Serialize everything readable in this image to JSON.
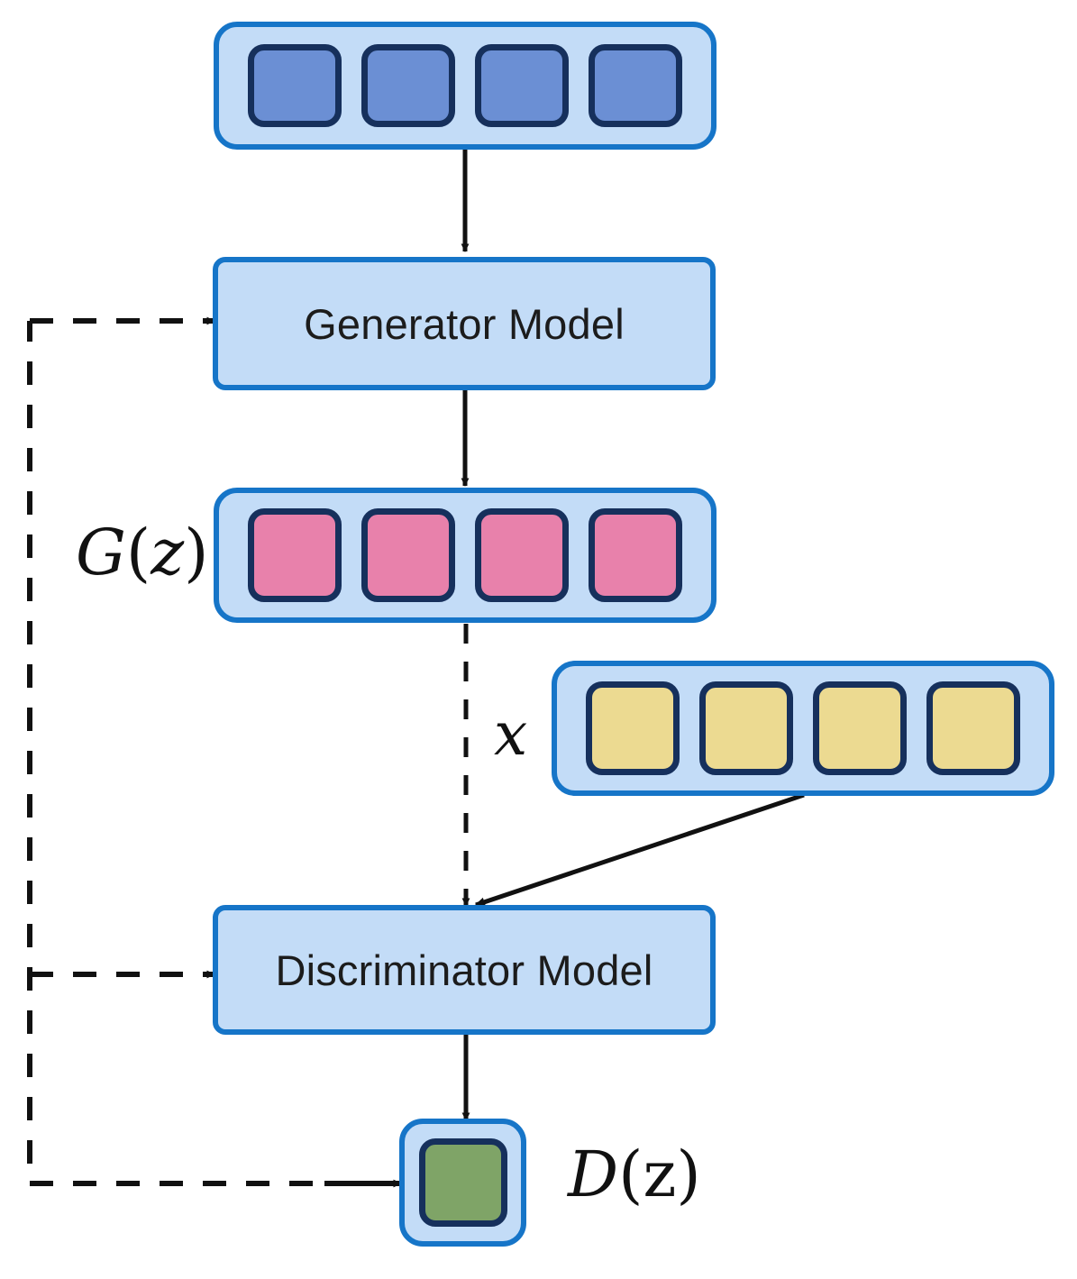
{
  "diagram": {
    "title": "Generative Adversarial Network architecture",
    "colors": {
      "panel_fill": "#c3dcf7",
      "panel_border": "#1675c8",
      "cell_border": "#16305c",
      "noise_cell": "#6b8fd4",
      "generated_cell": "#e881ab",
      "real_cell": "#ecda91",
      "score_cell": "#7fa467",
      "edge": "#111111",
      "text": "#1c1c1c"
    },
    "nodes": {
      "noise_vector": {
        "name": "noise-vector",
        "label": "",
        "cell_count": 4,
        "cell_color": "#6b8fd4"
      },
      "generator": {
        "name": "generator-model",
        "label": "Generator Model"
      },
      "generated_vector": {
        "name": "generated-vector",
        "label": "G(z)",
        "label_parts": {
          "fn": "G",
          "open": "(",
          "arg": "z",
          "close": ")"
        },
        "cell_count": 4,
        "cell_color": "#e881ab"
      },
      "real_vector": {
        "name": "real-data-vector",
        "label": "x",
        "cell_count": 4,
        "cell_color": "#ecda91"
      },
      "discriminator": {
        "name": "discriminator-model",
        "label": "Discriminator Model"
      },
      "score": {
        "name": "discriminator-output",
        "label": "D(z)",
        "label_parts": {
          "fn": "D",
          "open": "(",
          "arg": "z",
          "close": ")"
        },
        "cell_count": 1,
        "cell_color": "#7fa467"
      }
    },
    "edges": [
      {
        "name": "edge-noise-to-generator",
        "style": "solid",
        "from": "noise_vector",
        "to": "generator"
      },
      {
        "name": "edge-generator-to-generated",
        "style": "solid",
        "from": "generator",
        "to": "generated_vector"
      },
      {
        "name": "edge-generated-to-discriminator",
        "style": "dashed",
        "from": "generated_vector",
        "to": "discriminator"
      },
      {
        "name": "edge-real-to-discriminator",
        "style": "solid",
        "from": "real_vector",
        "to": "discriminator"
      },
      {
        "name": "edge-discriminator-to-score",
        "style": "solid",
        "from": "discriminator",
        "to": "score"
      },
      {
        "name": "edge-feedback-to-generator",
        "style": "dashed",
        "from": "score",
        "to": "generator"
      },
      {
        "name": "edge-feedback-to-discriminator",
        "style": "dashed",
        "from": "score",
        "to": "discriminator"
      }
    ]
  }
}
